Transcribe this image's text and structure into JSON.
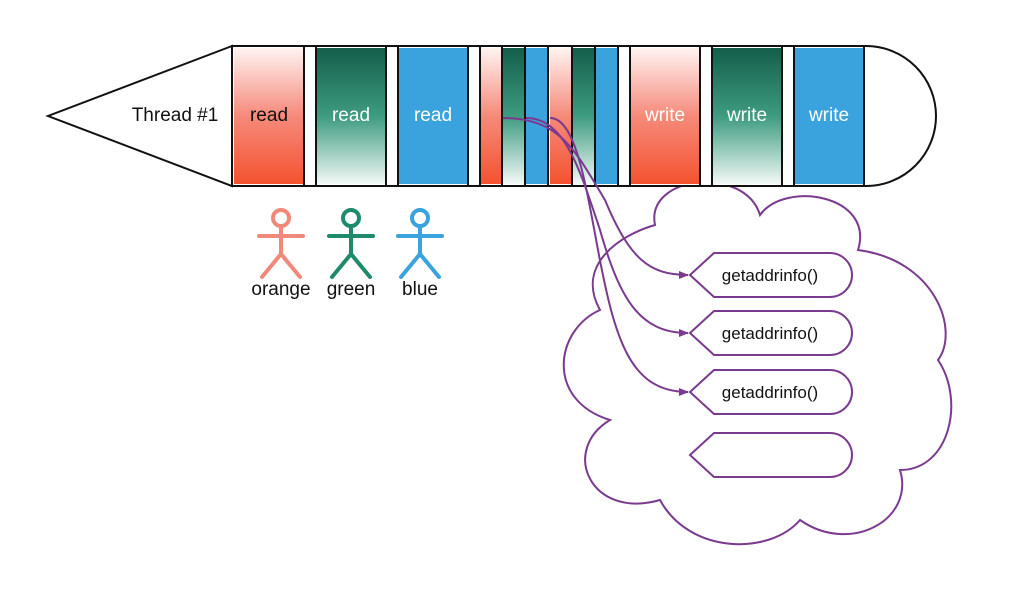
{
  "colors": {
    "orange": "#f0897a",
    "orange_deep": "#f4522f",
    "green": "#1d8a6b",
    "green_deep": "#145e4a",
    "blue": "#3aa3dd",
    "purple": "#7a3a8e",
    "outline": "#111111"
  },
  "thread": {
    "label": "Thread #1",
    "left_blocks": [
      {
        "label": "read",
        "color": "orange"
      },
      {
        "label": "read",
        "color": "green"
      },
      {
        "label": "read",
        "color": "blue"
      }
    ],
    "middle_slices": [
      "orange",
      "green",
      "blue",
      "orange",
      "green",
      "blue"
    ],
    "right_blocks": [
      {
        "label": "write",
        "color": "orange"
      },
      {
        "label": "write",
        "color": "green"
      },
      {
        "label": "write",
        "color": "blue"
      }
    ]
  },
  "actors": [
    {
      "label": "orange",
      "color": "orange",
      "icon": "person-icon"
    },
    {
      "label": "green",
      "color": "green",
      "icon": "person-icon"
    },
    {
      "label": "blue",
      "color": "blue",
      "icon": "person-icon"
    }
  ],
  "thread_pool": {
    "calls": [
      "getaddrinfo()",
      "getaddrinfo()",
      "getaddrinfo()",
      ""
    ]
  }
}
